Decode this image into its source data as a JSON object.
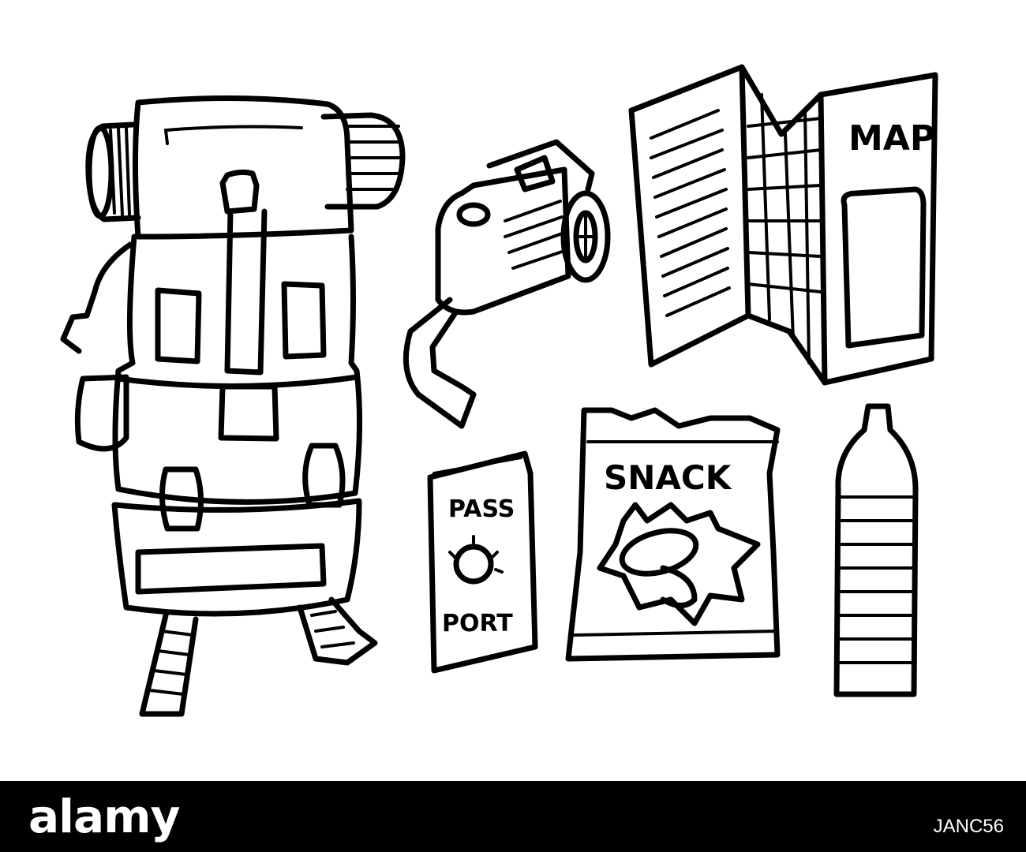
{
  "illustration": {
    "items": [
      {
        "name": "backpack"
      },
      {
        "name": "camera"
      },
      {
        "name": "map",
        "label": "MAP"
      },
      {
        "name": "passport",
        "label_top": "PASS",
        "label_bottom": "PORT"
      },
      {
        "name": "snack bag",
        "label": "SNACK"
      },
      {
        "name": "water bottle"
      }
    ]
  },
  "footer": {
    "brand": "alamy",
    "image_id": "JANC56"
  },
  "colors": {
    "ink": "#000000",
    "background": "#ffffff",
    "footer_bg": "#000000",
    "footer_text": "#ffffff"
  }
}
